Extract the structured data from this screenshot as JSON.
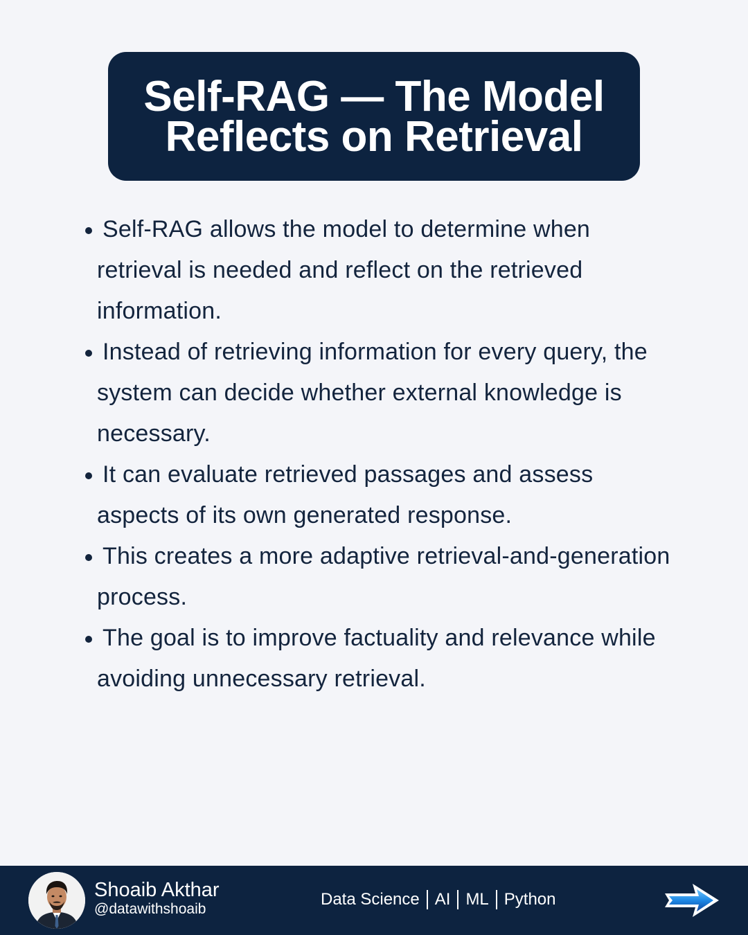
{
  "title": {
    "line1": "Self-RAG — The Model",
    "line2": "Reflects on Retrieval"
  },
  "bullets": [
    "Self-RAG allows the model to determine when retrieval is needed and reflect on the retrieved information.",
    "Instead of retrieving information for every query, the system can decide whether external knowledge is necessary.",
    "It can evaluate retrieved passages and assess aspects of its own generated response.",
    "This creates a more adaptive retrieval-and-generation process.",
    "The goal is to improve factuality and relevance while avoiding unnecessary retrieval."
  ],
  "footer": {
    "name": "Shoaib Akthar",
    "handle": "@datawithshoaib",
    "tags": [
      "Data Science",
      "AI",
      "ML",
      "Python"
    ],
    "avatar_icon": "person-avatar-icon",
    "next_icon": "arrow-right-icon"
  },
  "colors": {
    "background": "#f4f5f9",
    "navy": "#0d2340",
    "text": "#13243d",
    "arrow": "#1e88e5"
  }
}
